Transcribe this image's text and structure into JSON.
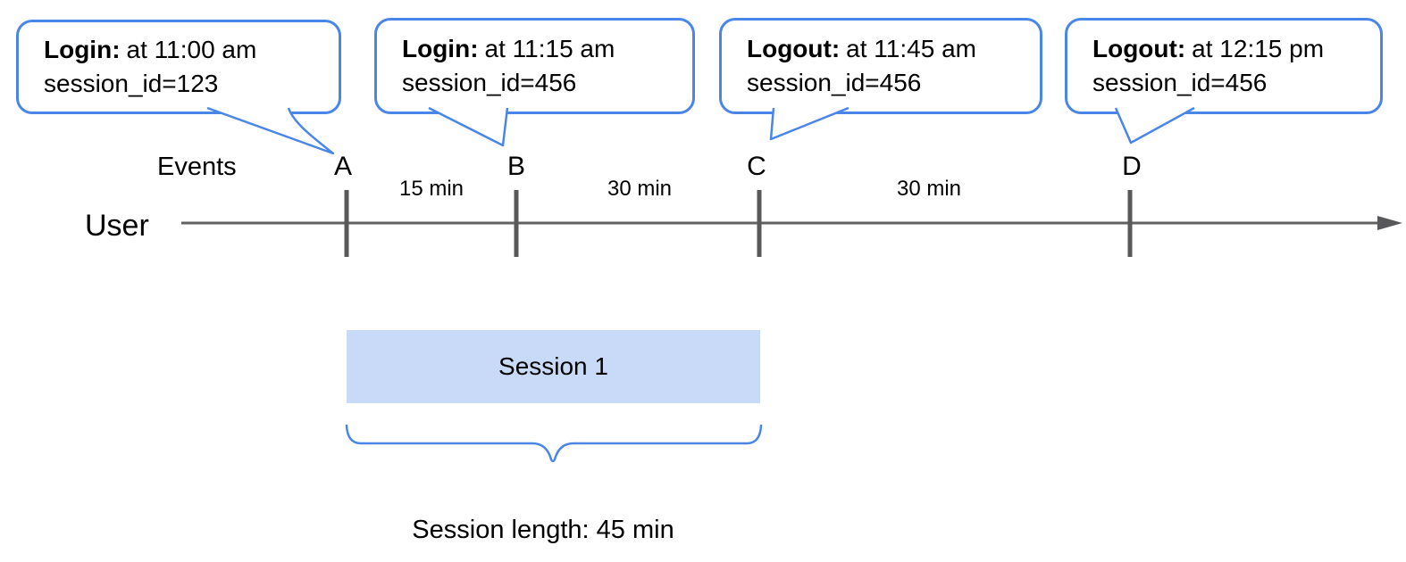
{
  "canvas": {
    "background": "#ffffff"
  },
  "colors": {
    "accent_blue": "#4a86e8",
    "session_fill": "#c9daf8",
    "line_gray": "#616161",
    "tick_gray": "#595959",
    "arrow_gray": "#58585b",
    "text_black": "#000000"
  },
  "callouts": [
    {
      "marker": "A",
      "title": "Login:",
      "time": "at 11:00 am",
      "session_id": "session_id=123"
    },
    {
      "marker": "B",
      "title": "Login:",
      "time": "at 11:15 am",
      "session_id": "session_id=456"
    },
    {
      "marker": "C",
      "title": "Logout:",
      "time": "at 11:45 am",
      "session_id": "session_id=456"
    },
    {
      "marker": "D",
      "title": "Logout:",
      "time": "at 12:15 pm",
      "session_id": "session_id=456"
    }
  ],
  "timeline": {
    "events_label": "Events",
    "user_label": "User",
    "markers": [
      "A",
      "B",
      "C",
      "D"
    ],
    "intervals": [
      "15 min",
      "30 min",
      "30 min"
    ]
  },
  "session": {
    "label": "Session 1",
    "length_label": "Session length: 45 min"
  }
}
